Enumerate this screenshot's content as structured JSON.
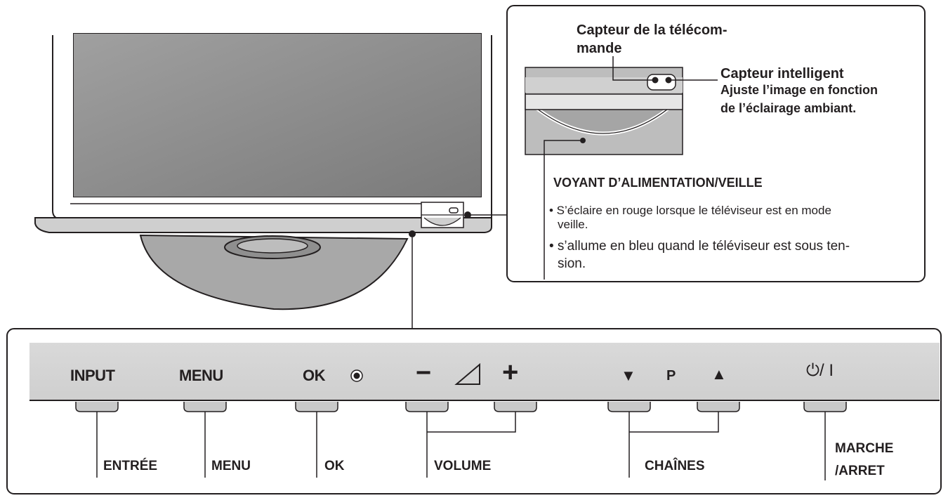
{
  "sensor_box": {
    "remote_sensor_line1": "Capteur de la télécom-",
    "remote_sensor_line2": "mande",
    "smart_sensor_title": "Capteur intelligent",
    "smart_sensor_desc1": "Ajuste l’image en fonction",
    "smart_sensor_desc2": "de l’éclairage ambiant.",
    "power_led_title": "VOYANT D’ALIMENTATION/VEILLE",
    "bullet1_line1": "• S’éclaire en rouge lorsque le téléviseur est en mode",
    "bullet1_line2": "veille.",
    "bullet2_line1": "• s’allume en bleu quand le téléviseur est sous ten-",
    "bullet2_line2": "sion."
  },
  "panel": {
    "input_label": "INPUT",
    "menu_label": "MENU",
    "ok_label": "OK",
    "volume_minus": "−",
    "volume_plus": "+",
    "ch_down": "▼",
    "ch_p": "P",
    "ch_up": "▲",
    "power_symbol": "⏻/ I"
  },
  "callouts": {
    "input": "ENTRÉE",
    "menu": "MENU",
    "ok": "OK",
    "volume": "VOLUME",
    "channels": "CHAÎNES",
    "power_line1": "MARCHE",
    "power_line2": "/ARRET"
  }
}
